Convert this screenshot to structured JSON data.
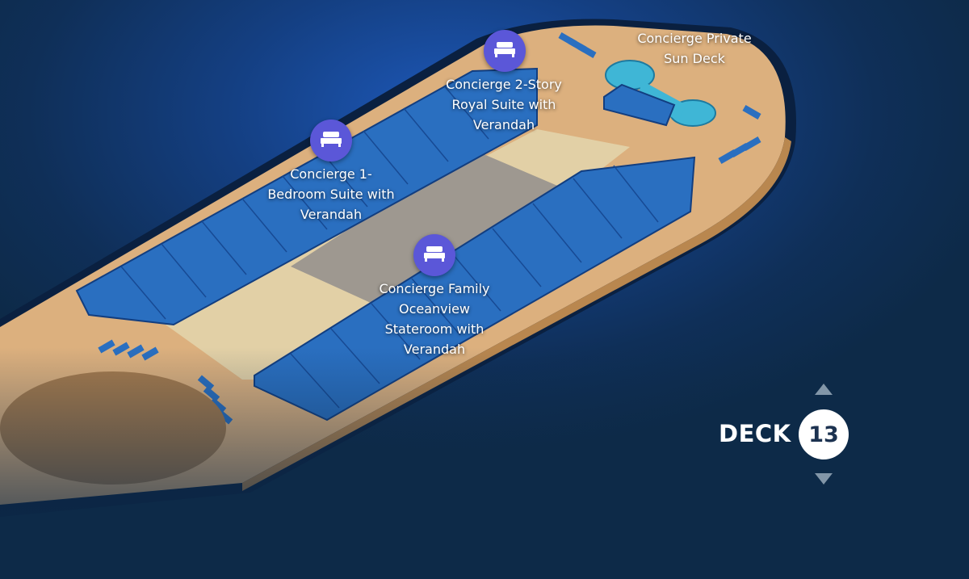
{
  "map": {
    "pins": [
      {
        "icon": "bed-icon",
        "label_lines": [
          "Concierge 2-Story",
          "Royal Suite with",
          "Verandah"
        ]
      },
      {
        "icon": "bed-icon",
        "label_lines": [
          "Concierge 1-",
          "Bedroom Suite with",
          "Verandah"
        ]
      },
      {
        "icon": "bed-icon",
        "label_lines": [
          "Concierge Family",
          "Oceanview",
          "Stateroom with",
          "Verandah"
        ]
      }
    ],
    "areas": [
      {
        "label_lines": [
          "Concierge Private",
          "Sun Deck"
        ]
      }
    ],
    "colors": {
      "deck": "#dcb07e",
      "cabins": "#2a6fc0",
      "pin": "#5b57d8",
      "pool": "#3fb6d6"
    }
  },
  "deck_selector": {
    "label": "DECK",
    "current": "13"
  }
}
